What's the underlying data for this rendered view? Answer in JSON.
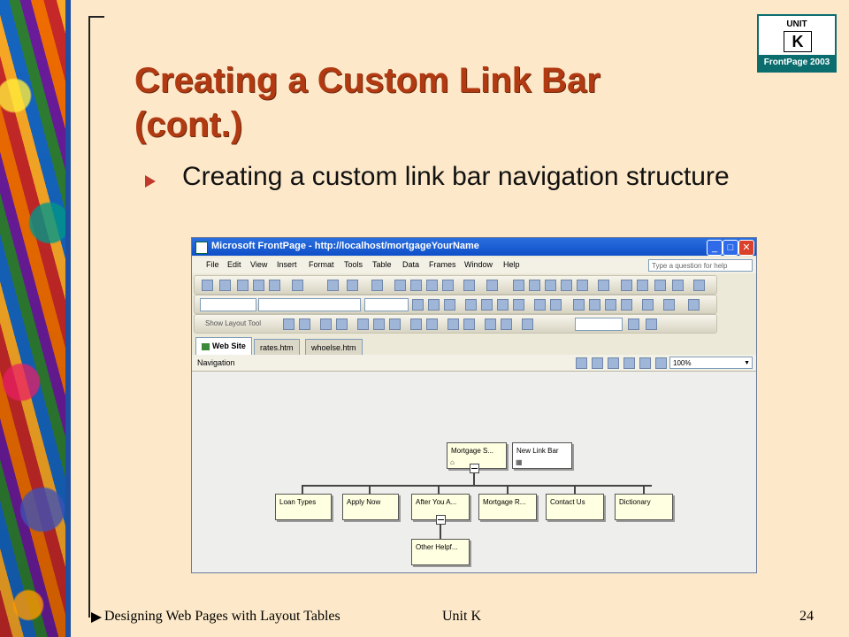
{
  "badge": {
    "unit": "UNIT",
    "letter": "K",
    "product": "FrontPage 2003"
  },
  "slide": {
    "title": "Creating a Custom Link Bar (cont.)",
    "bullet": "Creating a custom link bar navigation structure"
  },
  "window": {
    "title": "Microsoft FrontPage - http://localhost/mortgageYourName",
    "menu": [
      "File",
      "Edit",
      "View",
      "Insert",
      "Format",
      "Tools",
      "Table",
      "Data",
      "Frames",
      "Window",
      "Help"
    ],
    "help_placeholder": "Type a question for help",
    "layout_tool_label": "Show Layout Tool",
    "tabs": [
      "Web Site",
      "rates.htm",
      "whoelse.htm"
    ],
    "view_label": "Navigation",
    "zoom": "100%"
  },
  "navigation": {
    "root": "Mortgage S...",
    "link_bar": "New Link Bar",
    "children": [
      "Loan Types",
      "Apply Now",
      "After You A...",
      "Mortgage R...",
      "Contact Us",
      "Dictionary"
    ],
    "grandchild": "Other Helpf..."
  },
  "footer": {
    "left": "Designing Web Pages with Layout Tables",
    "center": "Unit K",
    "page": "24"
  }
}
